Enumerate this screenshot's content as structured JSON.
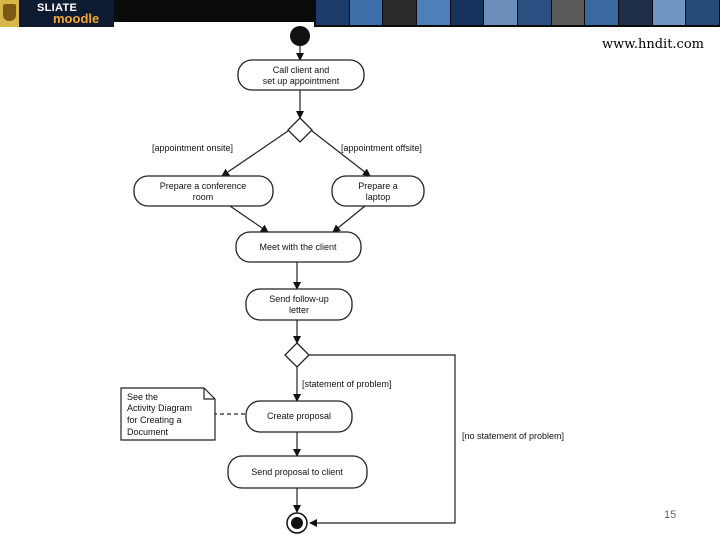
{
  "header": {
    "brand_line1": "SLIATE",
    "brand_line2": "moodle",
    "strip_colors": [
      "#1d3b6a",
      "#3e6fa8",
      "#2a2a2a",
      "#4d7fb8",
      "#17325e",
      "#6b8fba",
      "#2b4f80",
      "#5a5a5a",
      "#3a6aa0",
      "#1f2f4a",
      "#7095c0",
      "#264a78"
    ]
  },
  "site_url": "www.hndit.com",
  "page_number": "15",
  "diagram": {
    "nodes": {
      "call_client_line1": "Call client and",
      "call_client_line2": "set up appointment",
      "conf_room_line1": "Prepare a conference",
      "conf_room_line2": "room",
      "laptop_line1": "Prepare a",
      "laptop_line2": "laptop",
      "meet": "Meet with the client",
      "followup_line1": "Send follow-up",
      "followup_line2": "letter",
      "create_proposal": "Create proposal",
      "send_proposal": "Send proposal to client"
    },
    "guards": {
      "onsite": "[appointment onsite]",
      "offsite": "[appointment offsite]",
      "statement": "[statement of problem]",
      "no_statement": "[no statement of problem]"
    },
    "note": {
      "line1": "See the",
      "line2": "Activity Diagram",
      "line3": "for Creating a",
      "line4": "Document"
    }
  }
}
